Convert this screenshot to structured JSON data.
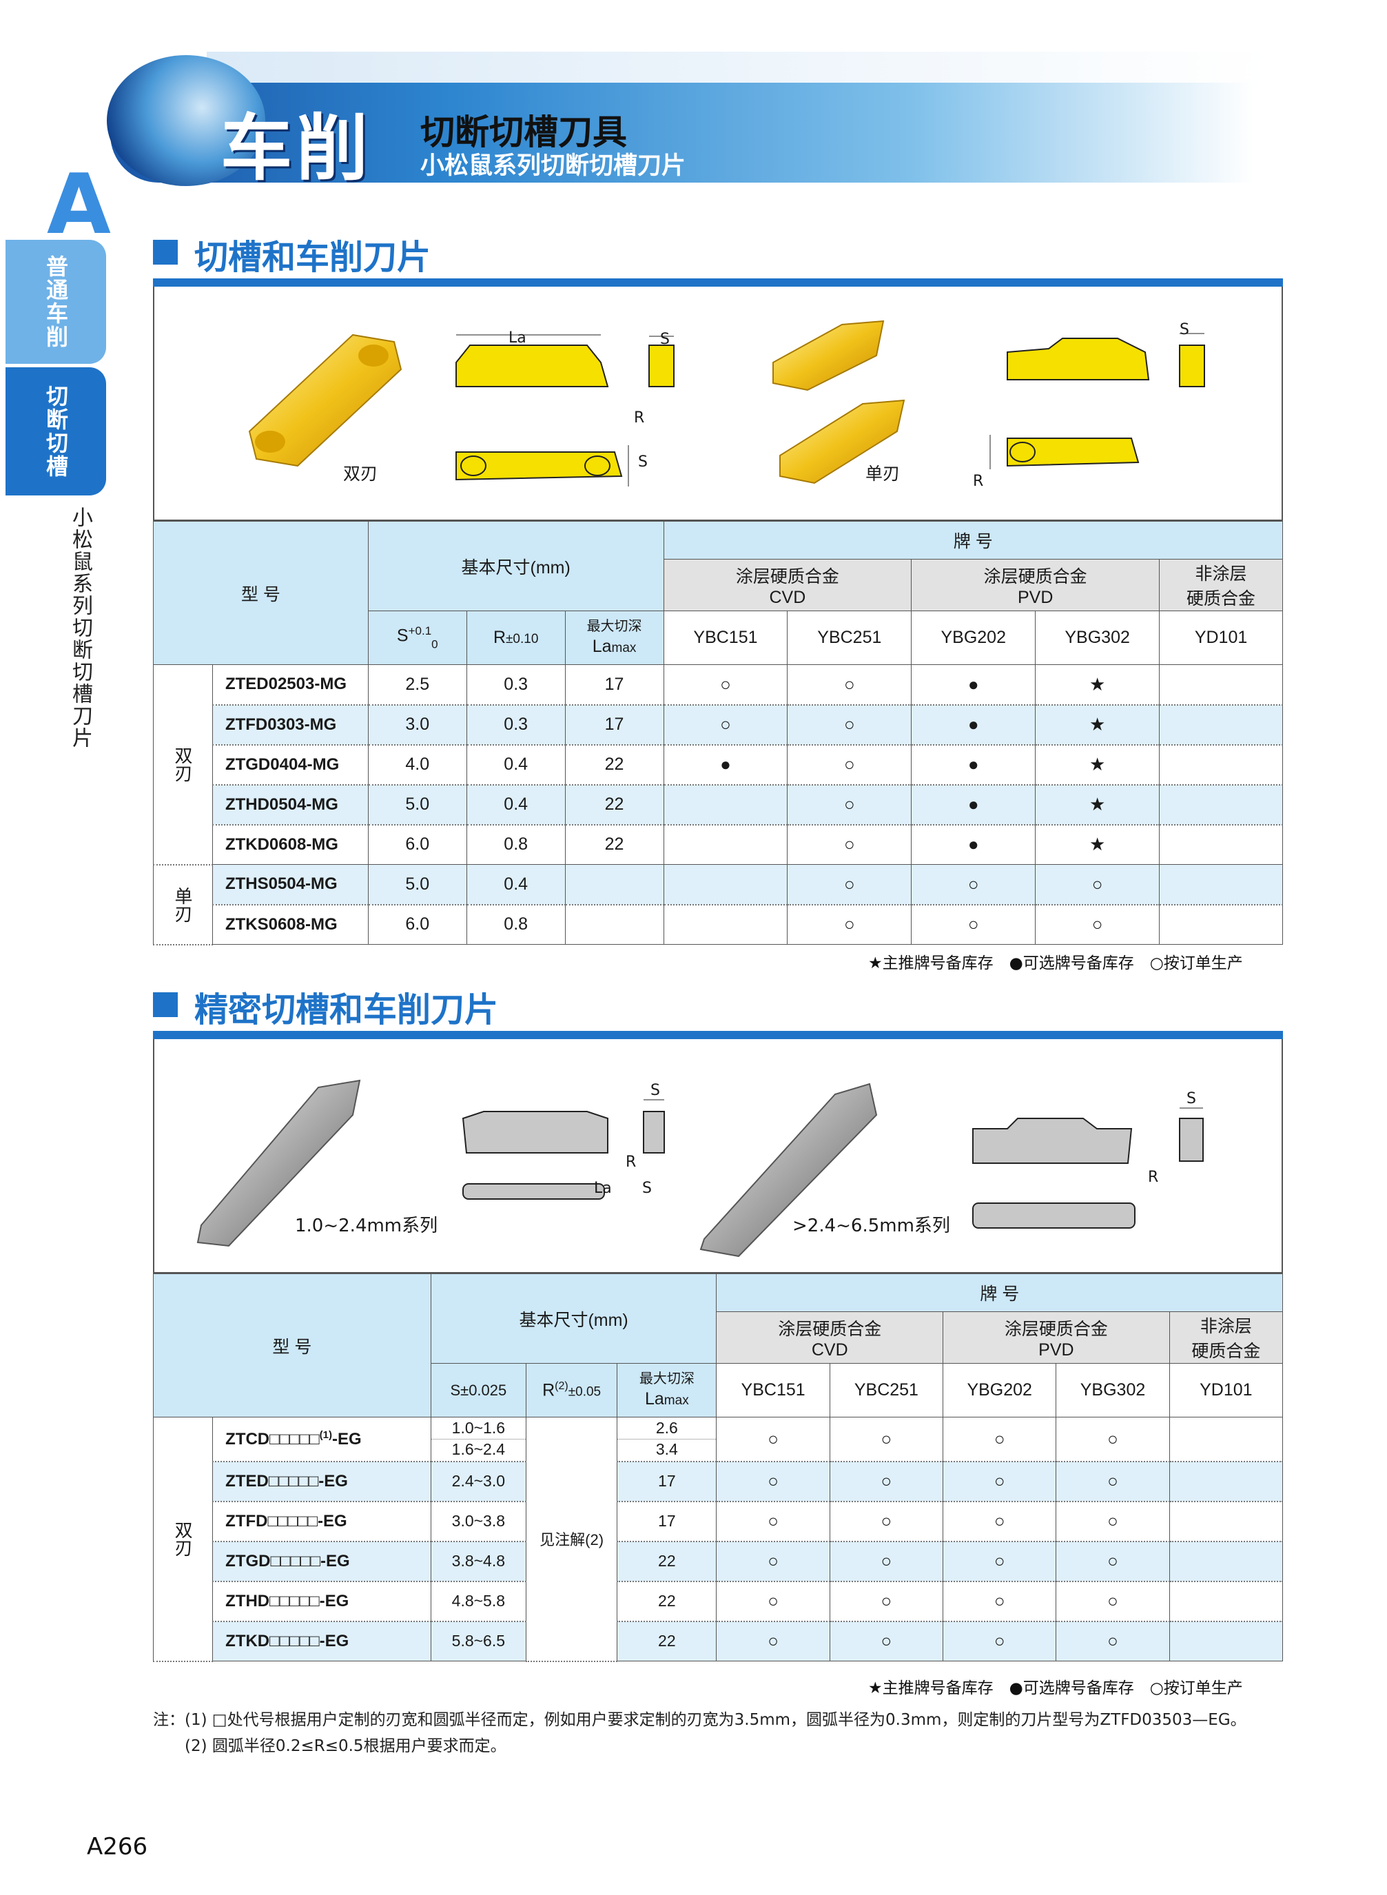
{
  "header": {
    "chapter": "车削",
    "title": "切断切槽刀具",
    "subtitle": "小松鼠系列切断切槽刀片"
  },
  "sidebar": {
    "letter": "A",
    "tab1": "普通车削",
    "tab2": "切断切槽",
    "tab3": "小松鼠系列切断切槽刀片"
  },
  "section1": {
    "title": "切槽和车削刀片",
    "fig_labels": {
      "double": "双刃",
      "single": "单刃",
      "la": "La",
      "s": "S",
      "r": "R"
    },
    "table": {
      "model_header": "型 号",
      "dim_header": "基本尺寸(mm)",
      "grade_header": "牌 号",
      "cvd": "涂层硬质合金\nCVD",
      "pvd": "涂层硬质合金\nPVD",
      "uncoated": "非涂层\n硬质合金",
      "s_col": "S",
      "s_tol": "+0.1",
      "s_tol2": "0",
      "r_col": "R",
      "r_tol": "±0.10",
      "lmax_1": "最大切深",
      "lmax_2": "La",
      "lmax_3": "max",
      "grades": [
        "YBC151",
        "YBC251",
        "YBG202",
        "YBG302",
        "YD101"
      ],
      "group_double": "双刃",
      "group_single": "单刃",
      "rows": [
        {
          "model": "ZTED02503-MG",
          "s": "2.5",
          "r": "0.3",
          "la": "17",
          "g": [
            "○",
            "○",
            "●",
            "★",
            ""
          ]
        },
        {
          "model": "ZTFD0303-MG",
          "s": "3.0",
          "r": "0.3",
          "la": "17",
          "g": [
            "○",
            "○",
            "●",
            "★",
            ""
          ]
        },
        {
          "model": "ZTGD0404-MG",
          "s": "4.0",
          "r": "0.4",
          "la": "22",
          "g": [
            "●",
            "○",
            "●",
            "★",
            ""
          ]
        },
        {
          "model": "ZTHD0504-MG",
          "s": "5.0",
          "r": "0.4",
          "la": "22",
          "g": [
            "",
            "○",
            "●",
            "★",
            ""
          ]
        },
        {
          "model": "ZTKD0608-MG",
          "s": "6.0",
          "r": "0.8",
          "la": "22",
          "g": [
            "",
            "○",
            "●",
            "★",
            ""
          ]
        },
        {
          "model": "ZTHS0504-MG",
          "s": "5.0",
          "r": "0.4",
          "la": "",
          "g": [
            "",
            "○",
            "○",
            "○",
            ""
          ]
        },
        {
          "model": "ZTKS0608-MG",
          "s": "6.0",
          "r": "0.8",
          "la": "",
          "g": [
            "",
            "○",
            "○",
            "○",
            ""
          ]
        }
      ]
    },
    "legend": "★主推牌号备库存　●可选牌号备库存　○按订单生产"
  },
  "section2": {
    "title": "精密切槽和车削刀片",
    "fig_labels": {
      "series1": "1.0~2.4mm系列",
      "series2": ">2.4~6.5mm系列",
      "s": "S",
      "r": "R",
      "la": "La"
    },
    "table": {
      "model_header": "型 号",
      "dim_header": "基本尺寸(mm)",
      "grade_header": "牌 号",
      "cvd": "涂层硬质合金\nCVD",
      "pvd": "涂层硬质合金\nPVD",
      "uncoated": "非涂层\n硬质合金",
      "s_col": "S±0.025",
      "r_col": "R",
      "r_sup": "(2)",
      "r_tol": "±0.05",
      "lmax_1": "最大切深",
      "lmax_2": "La",
      "lmax_3": "max",
      "grades": [
        "YBC151",
        "YBC251",
        "YBG202",
        "YBG302",
        "YD101"
      ],
      "group_double": "双刃",
      "r_note": "见注解(2)",
      "rows": [
        {
          "model": "ZTCD□□□□□",
          "sup": "(1)",
          "suffix": "-EG",
          "s": [
            "1.0~1.6",
            "1.6~2.4"
          ],
          "la": [
            "2.6",
            "3.4"
          ],
          "g": [
            "○",
            "○",
            "○",
            "○",
            ""
          ]
        },
        {
          "model": "ZTED□□□□□-EG",
          "s": [
            "2.4~3.0"
          ],
          "la": [
            "17"
          ],
          "g": [
            "○",
            "○",
            "○",
            "○",
            ""
          ]
        },
        {
          "model": "ZTFD□□□□□-EG",
          "s": [
            "3.0~3.8"
          ],
          "la": [
            "17"
          ],
          "g": [
            "○",
            "○",
            "○",
            "○",
            ""
          ]
        },
        {
          "model": "ZTGD□□□□□-EG",
          "s": [
            "3.8~4.8"
          ],
          "la": [
            "22"
          ],
          "g": [
            "○",
            "○",
            "○",
            "○",
            ""
          ]
        },
        {
          "model": "ZTHD□□□□□-EG",
          "s": [
            "4.8~5.8"
          ],
          "la": [
            "22"
          ],
          "g": [
            "○",
            "○",
            "○",
            "○",
            ""
          ]
        },
        {
          "model": "ZTKD□□□□□-EG",
          "s": [
            "5.8~6.5"
          ],
          "la": [
            "22"
          ],
          "g": [
            "○",
            "○",
            "○",
            "○",
            ""
          ]
        }
      ]
    },
    "legend": "★主推牌号备库存　●可选牌号备库存　○按订单生产",
    "notes": [
      "注：(1) □处代号根据用户定制的刃宽和圆弧半径而定，例如用户要求定制的刃宽为3.5mm，圆弧半径为0.3mm，则定制的刀片型号为ZTFD03503—EG。",
      "(2) 圆弧半径0.2≤R≤0.5根据用户要求而定。"
    ]
  },
  "page_number": "A266"
}
